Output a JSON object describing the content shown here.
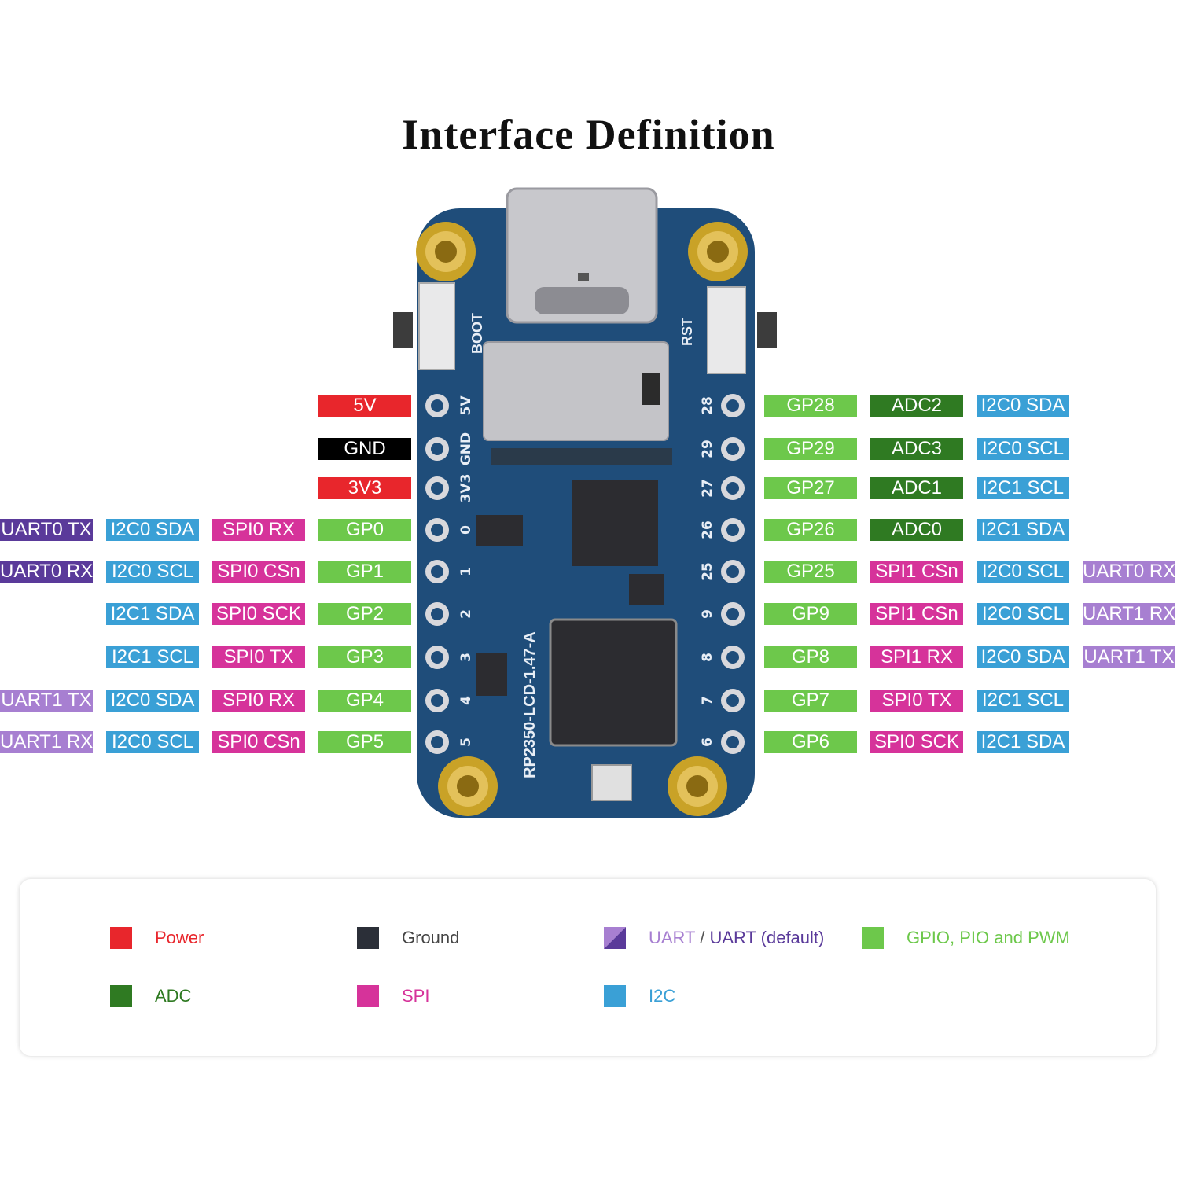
{
  "title": "Interface Definition",
  "colors": {
    "power": "#e8262c",
    "ground": "#000000",
    "gpio": "#6dc84b",
    "adc": "#2f7a22",
    "spi": "#d6339a",
    "i2c": "#3aa0d6",
    "uart_default": "#5a3a9a",
    "uart": "#a77fd1",
    "board": "#1f4d7a"
  },
  "board": {
    "model_text": "RP2350-LCD-1.47-A",
    "boot_label": "BOOT",
    "rst_label": "RST",
    "left_pin_numbers": [
      "5V",
      "GND",
      "3V3",
      "0",
      "1",
      "2",
      "3",
      "4",
      "5"
    ],
    "right_pin_numbers": [
      "28",
      "29",
      "27",
      "26",
      "25",
      "9",
      "8",
      "7",
      "6"
    ]
  },
  "left_rows": [
    {
      "labels": [
        {
          "text": "5V",
          "kind": "power"
        }
      ]
    },
    {
      "labels": [
        {
          "text": "GND",
          "kind": "ground"
        }
      ]
    },
    {
      "labels": [
        {
          "text": "3V3",
          "kind": "power"
        }
      ]
    },
    {
      "labels": [
        {
          "text": "GP0",
          "kind": "gpio"
        },
        {
          "text": "SPI0 RX",
          "kind": "spi"
        },
        {
          "text": "I2C0 SDA",
          "kind": "i2c"
        },
        {
          "text": "UART0 TX",
          "kind": "uart_default"
        }
      ]
    },
    {
      "labels": [
        {
          "text": "GP1",
          "kind": "gpio"
        },
        {
          "text": "SPI0 CSn",
          "kind": "spi"
        },
        {
          "text": "I2C0 SCL",
          "kind": "i2c"
        },
        {
          "text": "UART0 RX",
          "kind": "uart_default"
        }
      ]
    },
    {
      "labels": [
        {
          "text": "GP2",
          "kind": "gpio"
        },
        {
          "text": "SPI0 SCK",
          "kind": "spi"
        },
        {
          "text": "I2C1 SDA",
          "kind": "i2c"
        }
      ]
    },
    {
      "labels": [
        {
          "text": "GP3",
          "kind": "gpio"
        },
        {
          "text": "SPI0 TX",
          "kind": "spi"
        },
        {
          "text": "I2C1 SCL",
          "kind": "i2c"
        }
      ]
    },
    {
      "labels": [
        {
          "text": "GP4",
          "kind": "gpio"
        },
        {
          "text": "SPI0 RX",
          "kind": "spi"
        },
        {
          "text": "I2C0 SDA",
          "kind": "i2c"
        },
        {
          "text": "UART1 TX",
          "kind": "uart"
        }
      ]
    },
    {
      "labels": [
        {
          "text": "GP5",
          "kind": "gpio"
        },
        {
          "text": "SPI0 CSn",
          "kind": "spi"
        },
        {
          "text": "I2C0 SCL",
          "kind": "i2c"
        },
        {
          "text": "UART1 RX",
          "kind": "uart"
        }
      ]
    }
  ],
  "right_rows": [
    {
      "labels": [
        {
          "text": "GP28",
          "kind": "gpio"
        },
        {
          "text": "ADC2",
          "kind": "adc"
        },
        {
          "text": "I2C0 SDA",
          "kind": "i2c"
        }
      ]
    },
    {
      "labels": [
        {
          "text": "GP29",
          "kind": "gpio"
        },
        {
          "text": "ADC3",
          "kind": "adc"
        },
        {
          "text": "I2C0 SCL",
          "kind": "i2c"
        }
      ]
    },
    {
      "labels": [
        {
          "text": "GP27",
          "kind": "gpio"
        },
        {
          "text": "ADC1",
          "kind": "adc"
        },
        {
          "text": "I2C1 SCL",
          "kind": "i2c"
        }
      ]
    },
    {
      "labels": [
        {
          "text": "GP26",
          "kind": "gpio"
        },
        {
          "text": "ADC0",
          "kind": "adc"
        },
        {
          "text": "I2C1 SDA",
          "kind": "i2c"
        }
      ]
    },
    {
      "labels": [
        {
          "text": "GP25",
          "kind": "gpio"
        },
        {
          "text": "SPI1 CSn",
          "kind": "spi"
        },
        {
          "text": "I2C0 SCL",
          "kind": "i2c"
        },
        {
          "text": "UART0 RX",
          "kind": "uart"
        }
      ]
    },
    {
      "labels": [
        {
          "text": "GP9",
          "kind": "gpio"
        },
        {
          "text": "SPI1 CSn",
          "kind": "spi"
        },
        {
          "text": "I2C0 SCL",
          "kind": "i2c"
        },
        {
          "text": "UART1 RX",
          "kind": "uart"
        }
      ]
    },
    {
      "labels": [
        {
          "text": "GP8",
          "kind": "gpio"
        },
        {
          "text": "SPI1 RX",
          "kind": "spi"
        },
        {
          "text": "I2C0 SDA",
          "kind": "i2c"
        },
        {
          "text": "UART1 TX",
          "kind": "uart"
        }
      ]
    },
    {
      "labels": [
        {
          "text": "GP7",
          "kind": "gpio"
        },
        {
          "text": "SPI0 TX",
          "kind": "spi"
        },
        {
          "text": "I2C1 SCL",
          "kind": "i2c"
        }
      ]
    },
    {
      "labels": [
        {
          "text": "GP6",
          "kind": "gpio"
        },
        {
          "text": "SPI0 SCK",
          "kind": "spi"
        },
        {
          "text": "I2C1 SDA",
          "kind": "i2c"
        }
      ]
    }
  ],
  "legend": {
    "power": "Power",
    "ground": "Ground",
    "uart_part1": "UART",
    "uart_sep": " / ",
    "uart_part2": "UART (default)",
    "gpio": "GPIO, PIO and PWM",
    "adc": "ADC",
    "spi": "SPI",
    "i2c": "I2C"
  }
}
